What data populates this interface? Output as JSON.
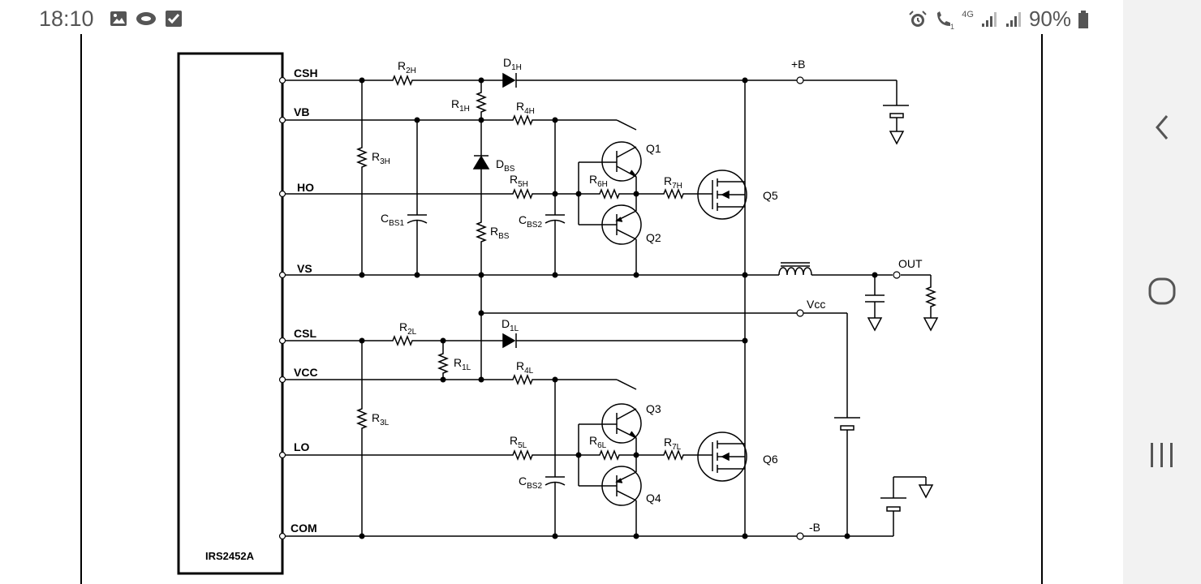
{
  "status_bar": {
    "time": "18:10",
    "battery": "90%",
    "network": "4G",
    "icons_left": [
      "gallery-icon",
      "cloud-icon",
      "checkbox-icon"
    ],
    "icons_right": [
      "alarm-icon",
      "wifi-call-icon",
      "signal-icon",
      "signal-icon",
      "battery-icon"
    ]
  },
  "navigation": {
    "back": "back-icon",
    "home": "home-icon",
    "recents": "recents-icon"
  },
  "diagram": {
    "ic_name": "IRS2452A",
    "pins": {
      "csh": "CSH",
      "vb": "VB",
      "ho": "HO",
      "vs": "VS",
      "csl": "CSL",
      "vcc": "VCC",
      "lo": "LO",
      "com": "COM"
    },
    "components": {
      "r2h": {
        "base": "R",
        "sub": "2H"
      },
      "r1h": {
        "base": "R",
        "sub": "1H"
      },
      "r4h": {
        "base": "R",
        "sub": "4H"
      },
      "r3h": {
        "base": "R",
        "sub": "3H"
      },
      "d1h": {
        "base": "D",
        "sub": "1H"
      },
      "dbs": {
        "base": "D",
        "sub": "BS"
      },
      "r5h": {
        "base": "R",
        "sub": "5H"
      },
      "r6h": {
        "base": "R",
        "sub": "6H"
      },
      "r7h": {
        "base": "R",
        "sub": "7H"
      },
      "cbs1": {
        "base": "C",
        "sub": "BS1"
      },
      "cbs2_top": {
        "base": "C",
        "sub": "BS2"
      },
      "rbs": {
        "base": "R",
        "sub": "BS"
      },
      "r2l": {
        "base": "R",
        "sub": "2L"
      },
      "r1l": {
        "base": "R",
        "sub": "1L"
      },
      "d1l": {
        "base": "D",
        "sub": "1L"
      },
      "r4l": {
        "base": "R",
        "sub": "4L"
      },
      "r3l": {
        "base": "R",
        "sub": "3L"
      },
      "r5l": {
        "base": "R",
        "sub": "5L"
      },
      "r6l": {
        "base": "R",
        "sub": "6L"
      },
      "r7l": {
        "base": "R",
        "sub": "7L"
      },
      "cbs2_bot": {
        "base": "C",
        "sub": "BS2"
      },
      "q1": "Q1",
      "q2": "Q2",
      "q3": "Q3",
      "q4": "Q4",
      "q5": "Q5",
      "q6": "Q6"
    },
    "nodes": {
      "plus_b": "+B",
      "minus_b": "-B",
      "out": "OUT",
      "vcc": "Vcc"
    }
  }
}
